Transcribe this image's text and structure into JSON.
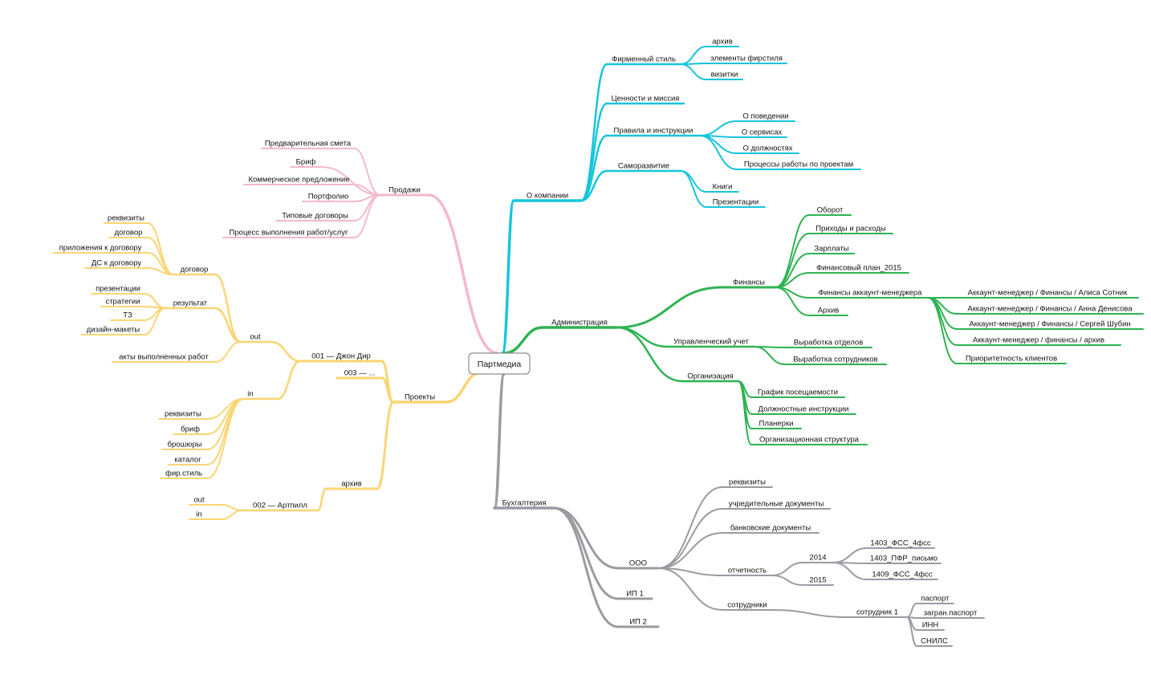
{
  "root": "Партмедиа",
  "colors": {
    "about": "#16c5dc",
    "admin": "#2eb352",
    "acct": "#9b9ba2",
    "sales": "#f4b9cc",
    "proj": "#fbd573"
  },
  "branches": {
    "about": {
      "label": "О компании",
      "children": {
        "style": {
          "label": "Фирменный стиль",
          "children": [
            "архив",
            "элементы фирстиля",
            "визитки"
          ]
        },
        "values": {
          "label": "Ценности и миссия"
        },
        "rules": {
          "label": "Правила и инструкции",
          "children": [
            "О поведении",
            "О сервисах",
            "О должностях",
            "Процессы работы по проектам"
          ]
        },
        "selfdev": {
          "label": "Саморазвитие",
          "children": [
            "Книги",
            "Презентации"
          ]
        }
      }
    },
    "admin": {
      "label": "Администрация",
      "children": {
        "finance": {
          "label": "Финансы",
          "children": [
            "Оборот",
            "Приходы и расходы",
            "Зарплаты",
            "Финансовый план_2015",
            "Финансы аккаунт-менеджера",
            "Архив"
          ],
          "am_children": [
            "Аккаунт-менеджер / Финансы / Алиса Сотник",
            "Аккаунт-менеджер / Финансы / Анна Денисова",
            "Аккаунт-менеджер / Финансы / Сергей Шубин",
            "Аккаунт-менеджер / финансы / архив",
            "Приоритетность клиентов"
          ]
        },
        "mgmt": {
          "label": "Управленческий учет",
          "children": [
            "Выработка отделов",
            "Выработка сотрудников"
          ]
        },
        "org": {
          "label": "Организация",
          "children": [
            "График посещаемости",
            "Должностные инструкции",
            "Планерки",
            "Организационная структура"
          ]
        }
      }
    },
    "acct": {
      "label": "Бухгалтерия",
      "children": {
        "ooo": {
          "label": "ООО",
          "children": [
            "реквизиты",
            "учредительные документы",
            "банковские документы",
            "отчетность",
            "сотрудники"
          ],
          "y2014": "2014",
          "y2015": "2015",
          "y2014_children": [
            "1403_ФСС_4фсс",
            "1403_ПФР_письмо",
            "1409_ФСС_4фсс"
          ],
          "employee": "сотрудник 1",
          "employee_children": [
            "паспорт",
            "загран.паспорт",
            "ИНН",
            "СНИЛС"
          ]
        },
        "ip1": {
          "label": "ИП 1"
        },
        "ip2": {
          "label": "ИП 2"
        }
      }
    },
    "sales": {
      "label": "Продажи",
      "children": [
        "Предварительная смета",
        "Бриф",
        "Коммерческое предложение",
        "Портфолио",
        "Типовые договоры",
        "Процесс выполнения работ/услуг"
      ]
    },
    "proj": {
      "label": "Проекты",
      "p001": {
        "label": "001 — Джон Дир",
        "out": "out",
        "contract": "договор",
        "contract_children": [
          "реквизиты",
          "договор",
          "приложения к договору",
          "ДС к договору"
        ],
        "result": "результат",
        "result_children": [
          "презентации",
          "стратегии",
          "ТЗ",
          "дизайн-макеты"
        ],
        "acts": "акты выполненных работ",
        "in": "in",
        "in_children": [
          "реквизиты",
          "бриф",
          "брошюры",
          "каталог",
          "фир.стиль"
        ]
      },
      "p003": {
        "label": "003 — ..."
      },
      "archive": {
        "label": "архив"
      },
      "p002": {
        "label": "002 — Артпилл",
        "children": [
          "out",
          "in"
        ]
      }
    }
  }
}
